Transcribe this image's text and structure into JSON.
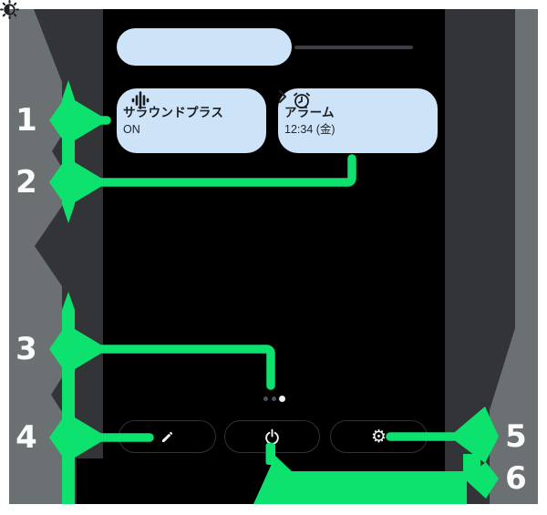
{
  "figure": {
    "type": "annotated-screenshot",
    "description": "Android quick settings shade with numbered callouts"
  },
  "callouts": {
    "labels": [
      "1",
      "2",
      "3",
      "4",
      "5",
      "6"
    ]
  },
  "colors": {
    "accent_green": "#0de26e",
    "panel_charcoal": "#323437",
    "side_strip_gray": "#6b7073",
    "screen_black": "#000000",
    "tile_blue": "#cde3f8",
    "tile_text": "#191d21",
    "white": "#ffffff"
  },
  "quick_settings": {
    "brightness_slider": {
      "icon": "brightness-icon",
      "fill_percent": 59
    },
    "tiles": [
      {
        "title": "サラウンドプラス",
        "subtitle": "ON",
        "icon": "equalizer-icon"
      },
      {
        "title": "アラーム",
        "subtitle": "12:34 (金)",
        "icon": "alarm-clock-icon",
        "trailing_icon": "chevron-right-icon"
      }
    ],
    "page_indicator": {
      "total_pages": 3,
      "active_page": 3
    },
    "footer_buttons": [
      {
        "name": "edit",
        "icon": "pencil-icon"
      },
      {
        "name": "power",
        "icon": "power-icon"
      },
      {
        "name": "settings",
        "icon": "gear-icon"
      }
    ]
  }
}
